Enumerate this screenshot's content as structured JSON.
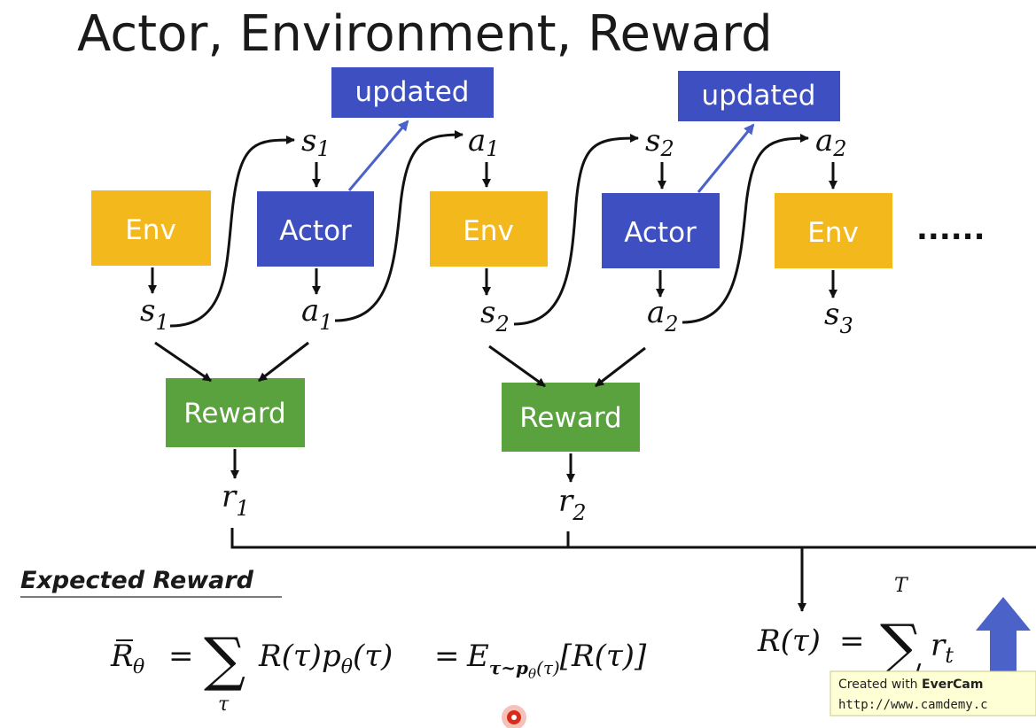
{
  "title": "Actor, Environment, Reward",
  "boxes": {
    "env": "Env",
    "actor": "Actor",
    "updated": "updated",
    "reward": "Reward"
  },
  "continuation": "......",
  "symbols": {
    "s1": "s",
    "s1_sub": "1",
    "a1": "a",
    "a1_sub": "1",
    "s2": "s",
    "s2_sub": "2",
    "a2": "a",
    "a2_sub": "2",
    "s3": "s",
    "s3_sub": "3",
    "r1": "r",
    "r1_sub": "1",
    "r2": "r",
    "r2_sub": "2"
  },
  "expected_reward_heading": "Expected Reward",
  "formula_expected": {
    "rbar": "R",
    "rbar_sub": "θ",
    "equals": "=",
    "sum": "∑",
    "sum_index": "τ",
    "term": "R(τ)p",
    "term_sub": "θ",
    "term_tail": "(τ)",
    "equals2": "=",
    "expectation": "E",
    "expectation_sub": "τ~p",
    "expectation_subsub": "θ",
    "expectation_subtail": "(τ)",
    "expectation_tail": "[R(τ)]"
  },
  "formula_total": {
    "lhs": "R(τ)",
    "equals": "=",
    "sum": "∑",
    "upper": "T",
    "term": "r",
    "term_sub": "t"
  },
  "watermark": {
    "prefix": "Created with ",
    "brand": "EverCam",
    "url": "http://www.camdemy.c"
  },
  "colors": {
    "env": "#f2b81c",
    "actor": "#3d4fc1",
    "reward": "#5aa23e",
    "arrow": "#4b62c8",
    "watermark_bg": "#ffffd6"
  }
}
